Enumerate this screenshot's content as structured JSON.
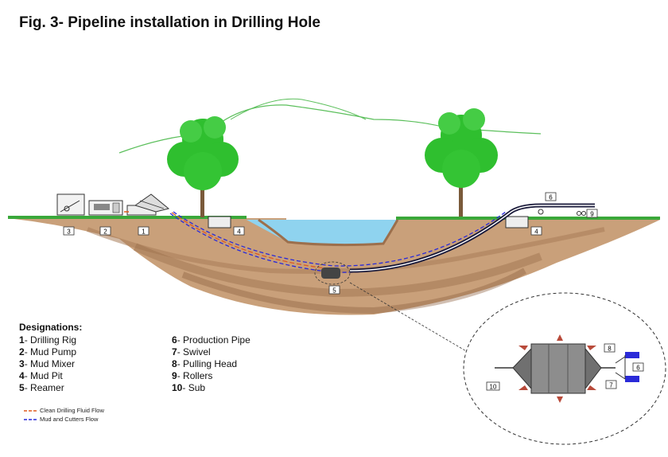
{
  "title": "Fig. 3- Pipeline installation in Drilling Hole",
  "designations_title": "Designations:",
  "designations": [
    {
      "num": "1",
      "sep": "- ",
      "label": "Drilling Rig"
    },
    {
      "num": "2",
      "sep": "- ",
      "label": "Mud Pump"
    },
    {
      "num": "3",
      "sep": "- ",
      "label": "Mud Mixer"
    },
    {
      "num": "4",
      "sep": "- ",
      "label": "Mud Pit"
    },
    {
      "num": "5",
      "sep": "- ",
      "label": "Reamer"
    },
    {
      "num": "6",
      "sep": "- ",
      "label": "Production Pipe"
    },
    {
      "num": "7",
      "sep": "- ",
      "label": "Swivel"
    },
    {
      "num": "8",
      "sep": "- ",
      "label": "Pulling Head"
    },
    {
      "num": "9",
      "sep": "- ",
      "label": "Rollers"
    },
    {
      "num": "10",
      "sep": "- ",
      "label": "Sub"
    }
  ],
  "legend": [
    {
      "label": "Clean Drilling Fluid Flow",
      "color": "#e05a1e"
    },
    {
      "label": "Mud and Cutters Flow",
      "color": "#2a2ad8"
    }
  ],
  "callouts": {
    "mixer": "3",
    "pump": "2",
    "rig": "1",
    "pit_left": "4",
    "pit_right": "4",
    "pipe": "6",
    "roller": "9",
    "reamer": "5",
    "detail_sub": "10",
    "detail_swivel": "7",
    "detail_pullhead": "8",
    "detail_pipe": "6"
  },
  "colors": {
    "grass": "#3aa83a",
    "soil": "#c79a72",
    "soil_dark": "#9c6f4c",
    "water": "#8fd3ef",
    "pipe": "#1a1a3a",
    "clean_flow": "#e05a1e",
    "mud_flow": "#2a2ad8",
    "tree": "#2fbf2f"
  }
}
